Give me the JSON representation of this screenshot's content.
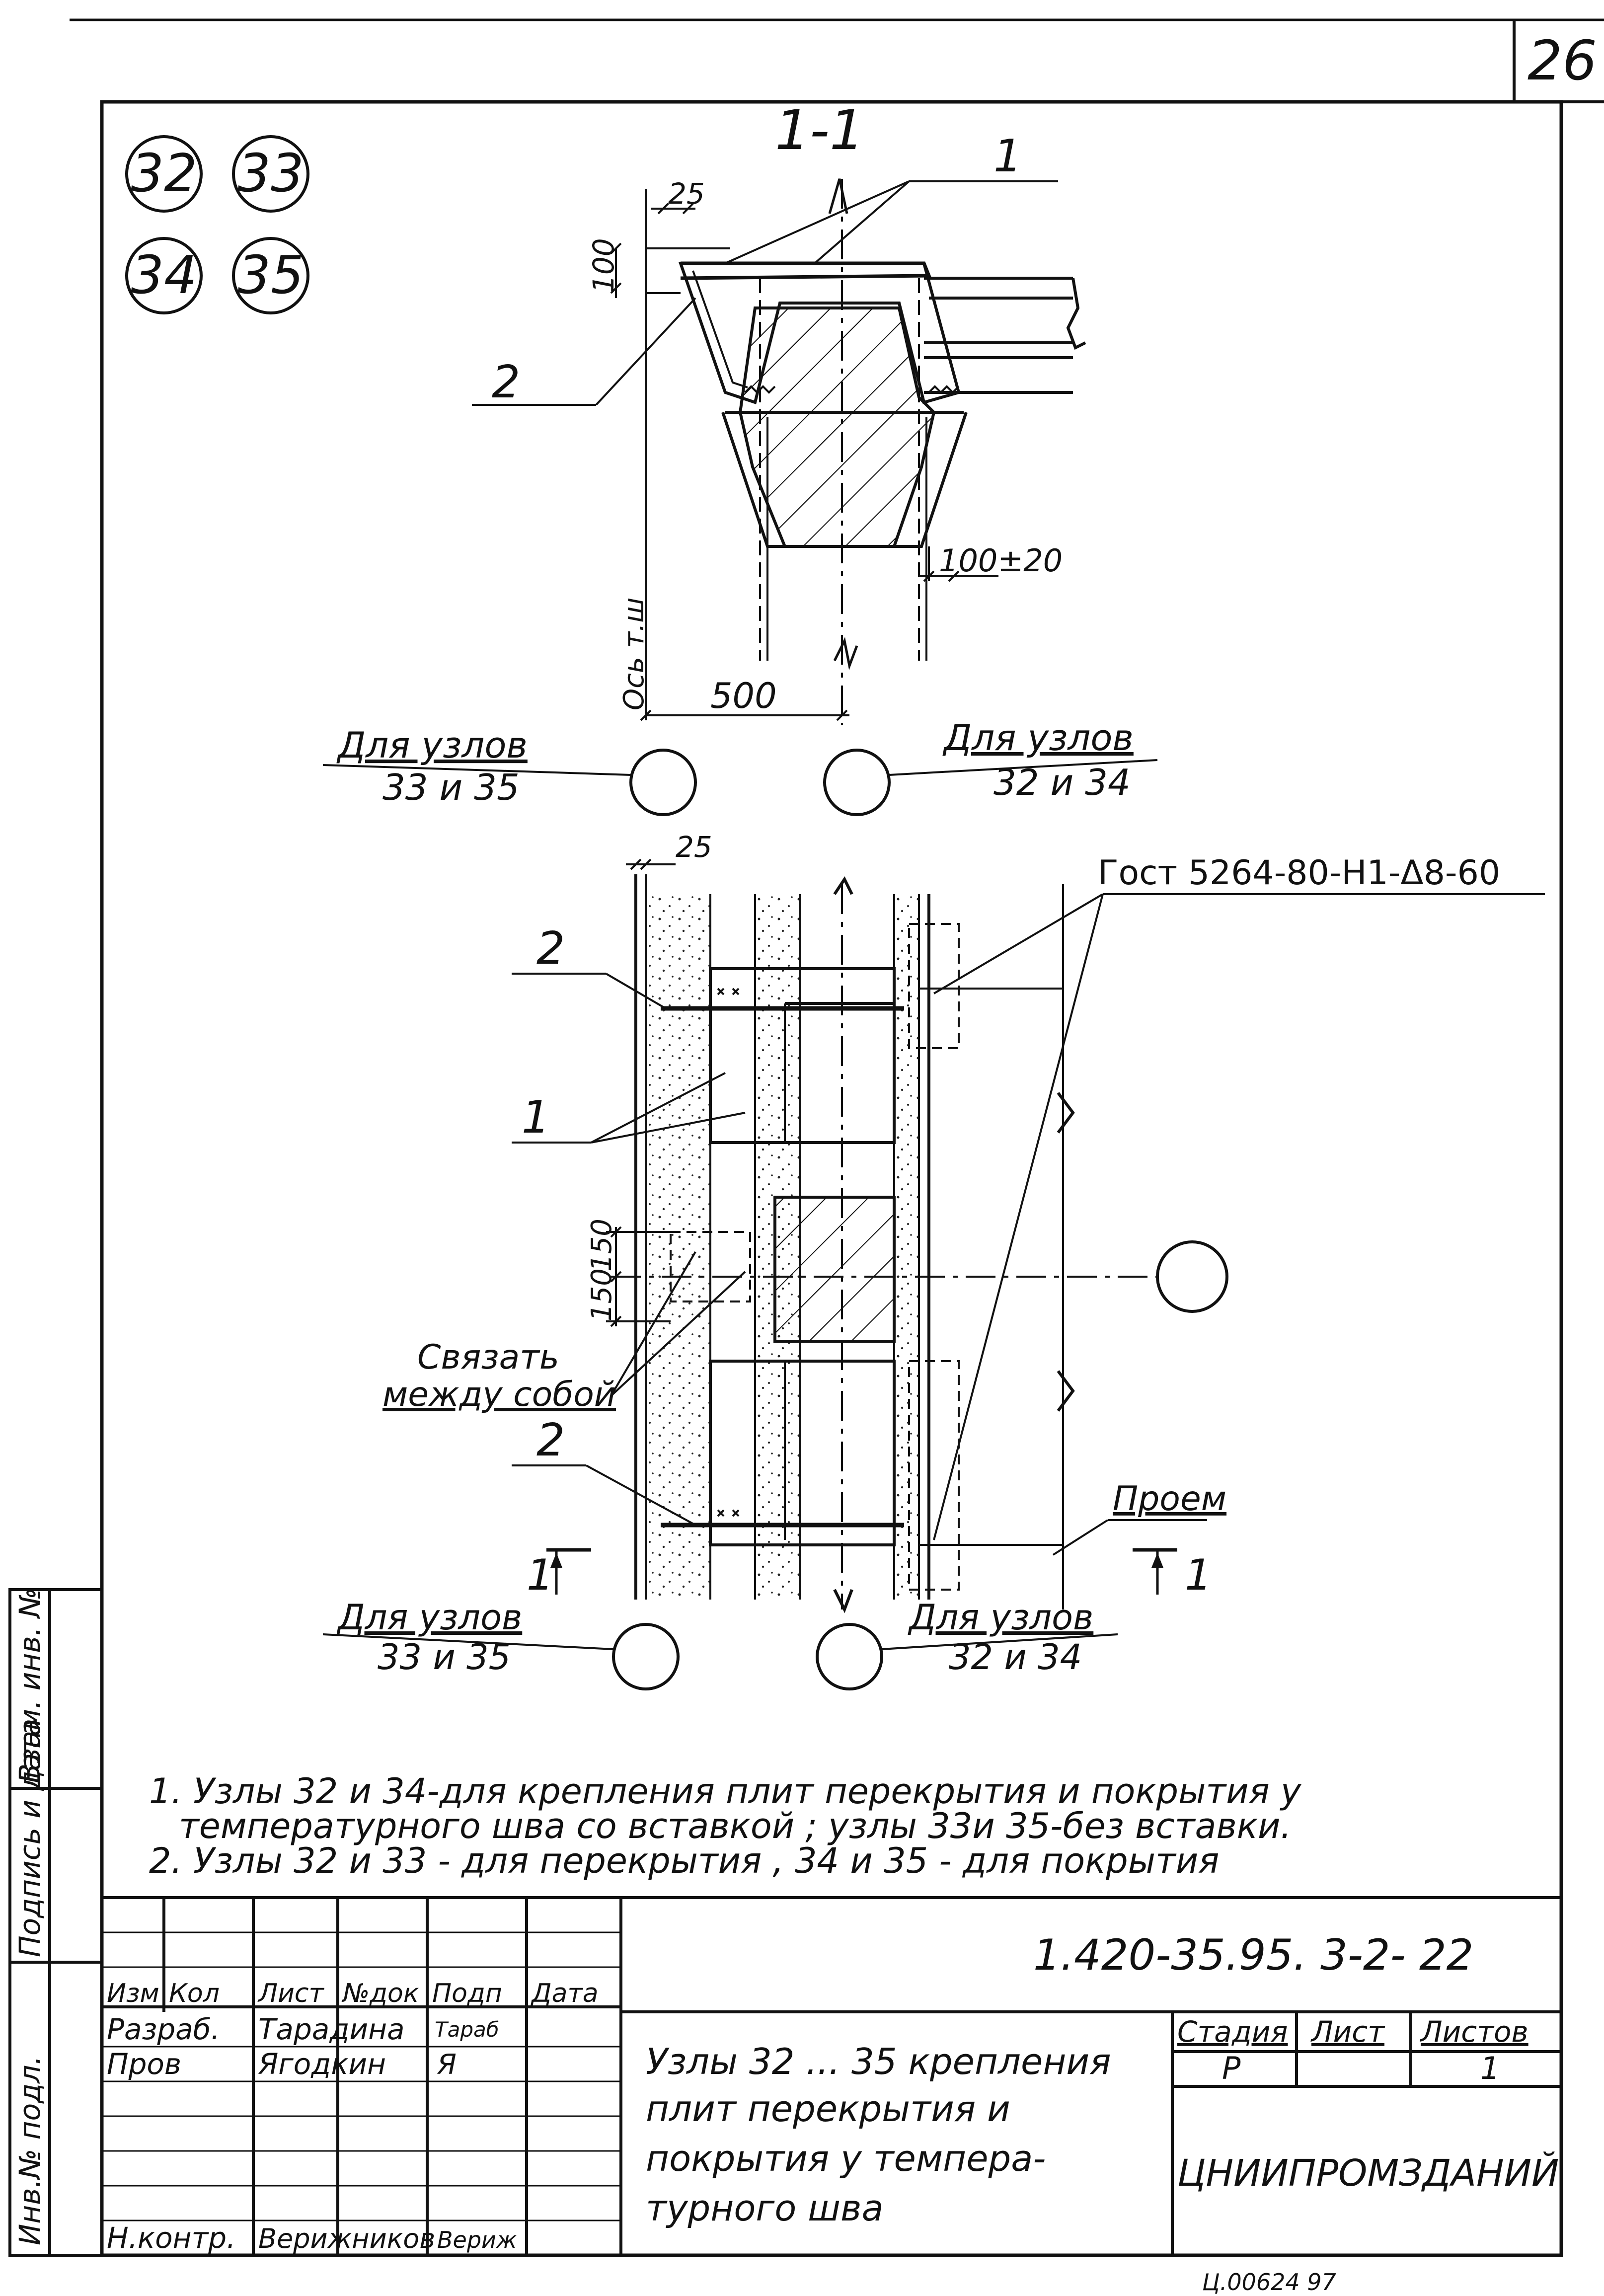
{
  "sheet_number": "26",
  "node_circles": [
    "32",
    "33",
    "34",
    "35"
  ],
  "section_label": "1-1",
  "dims": {
    "d25_top": "25",
    "d100": "100",
    "d100_20": "100±20",
    "d500": "500",
    "seam": "Ось т.ш",
    "d25_plan": "25",
    "d150a": "150",
    "d150b": "150"
  },
  "callouts": {
    "c1_sec": "1",
    "c2_sec": "2",
    "c2_plan_top": "2",
    "c1_plan": "1",
    "c2_plan_bot": "2",
    "section_mark_left": "1",
    "section_mark_right": "1"
  },
  "labels": {
    "for_nodes_33_35_top_l1": "Для узлов",
    "for_nodes_33_35_top_l2": "33 и 35",
    "for_nodes_32_34_top_l1": "Для узлов",
    "for_nodes_32_34_top_l2": "32 и 34",
    "gost": "Гост 5264-80-Н1-Δ8-60",
    "tie_l1": "Связать",
    "tie_l2": "между собой",
    "opening": "Проем",
    "for_nodes_33_35_bot_l1": "Для узлов",
    "for_nodes_33_35_bot_l2": "33 и 35",
    "for_nodes_32_34_bot_l1": "Для узлов",
    "for_nodes_32_34_bot_l2": "32 и 34"
  },
  "notes": [
    "1. Узлы 32 и 34-для крепления плит перекрытия и покрытия у",
    "температурного шва со вставкой ; узлы 33и 35-без вставки.",
    "2. Узлы 32 и 33 - для перекрытия , 34 и 35 - для покрытия"
  ],
  "side_stamp": [
    "Инв.№ подл.",
    "Подпись и дата",
    "Взам. инв. №"
  ],
  "title_block": {
    "doc_code": "1.420-35.95. 3-2- 22",
    "col_headers": [
      "Изм",
      "Кол",
      "Лист",
      "№док",
      "Подп",
      "Дата"
    ],
    "rows": [
      {
        "role": "Разраб.",
        "name": "Тарадина",
        "sign": "Тараб"
      },
      {
        "role": "Пров",
        "name": "Ягодкин",
        "sign": "Я"
      }
    ],
    "norm_control_role": "Н.контр.",
    "norm_control_name": "Верижников",
    "norm_control_sign": "Вериж",
    "title_lines": [
      "Узлы 32 ... 35 крепления",
      "плит перекрытия и",
      "покрытия у темпера-",
      "турного шва"
    ],
    "stage_headers": [
      "Стадия",
      "Лист",
      "Листов"
    ],
    "stage_values": [
      "Р",
      "",
      "1"
    ],
    "org": "ЦНИИПРОМЗДАНИЙ"
  },
  "footer_stamp": "Ц.00624 97"
}
